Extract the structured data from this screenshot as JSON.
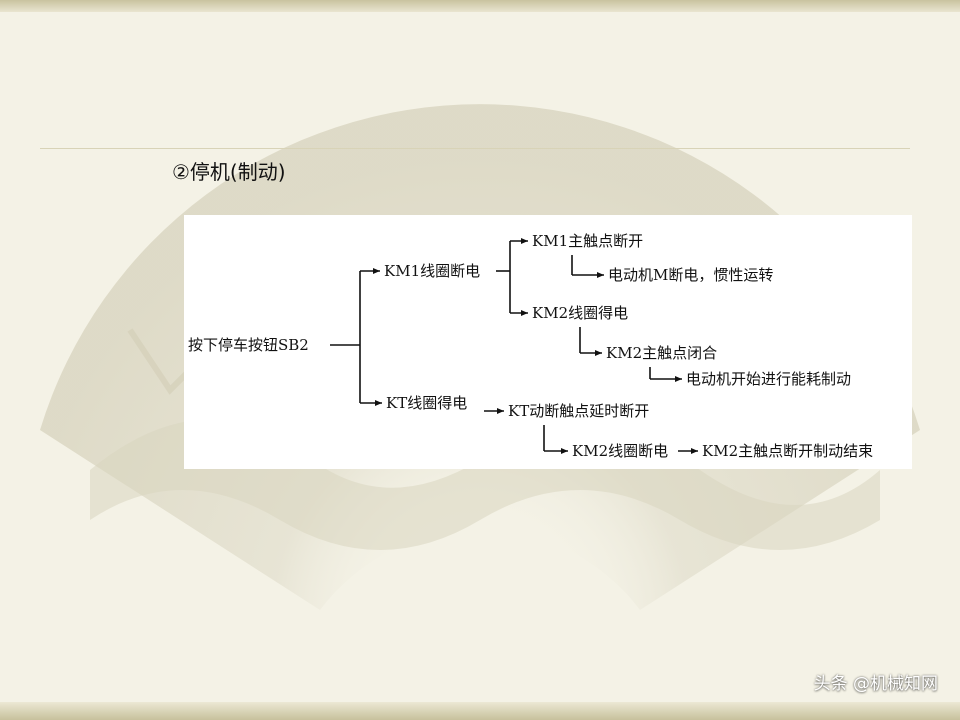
{
  "slide": {
    "title": "②停机(制动)"
  },
  "diagram": {
    "nodes": {
      "root": "按下停车按钮SB2",
      "km1_coil_off": "KM1线圈断电",
      "km1_main_open": "KM1主触点断开",
      "motor_off_inertia": "电动机M断电，惯性运转",
      "km2_coil_on": "KM2线圈得电",
      "km2_main_close": "KM2主触点闭合",
      "motor_braking": "电动机开始进行能耗制动",
      "kt_coil_on": "KT线圈得电",
      "kt_delay_open": "KT动断触点延时断开",
      "km2_coil_off": "KM2线圈断电",
      "km2_main_open_end": "KM2主触点断开制动结束"
    }
  },
  "watermark": {
    "text": "头条 @机械知网"
  }
}
